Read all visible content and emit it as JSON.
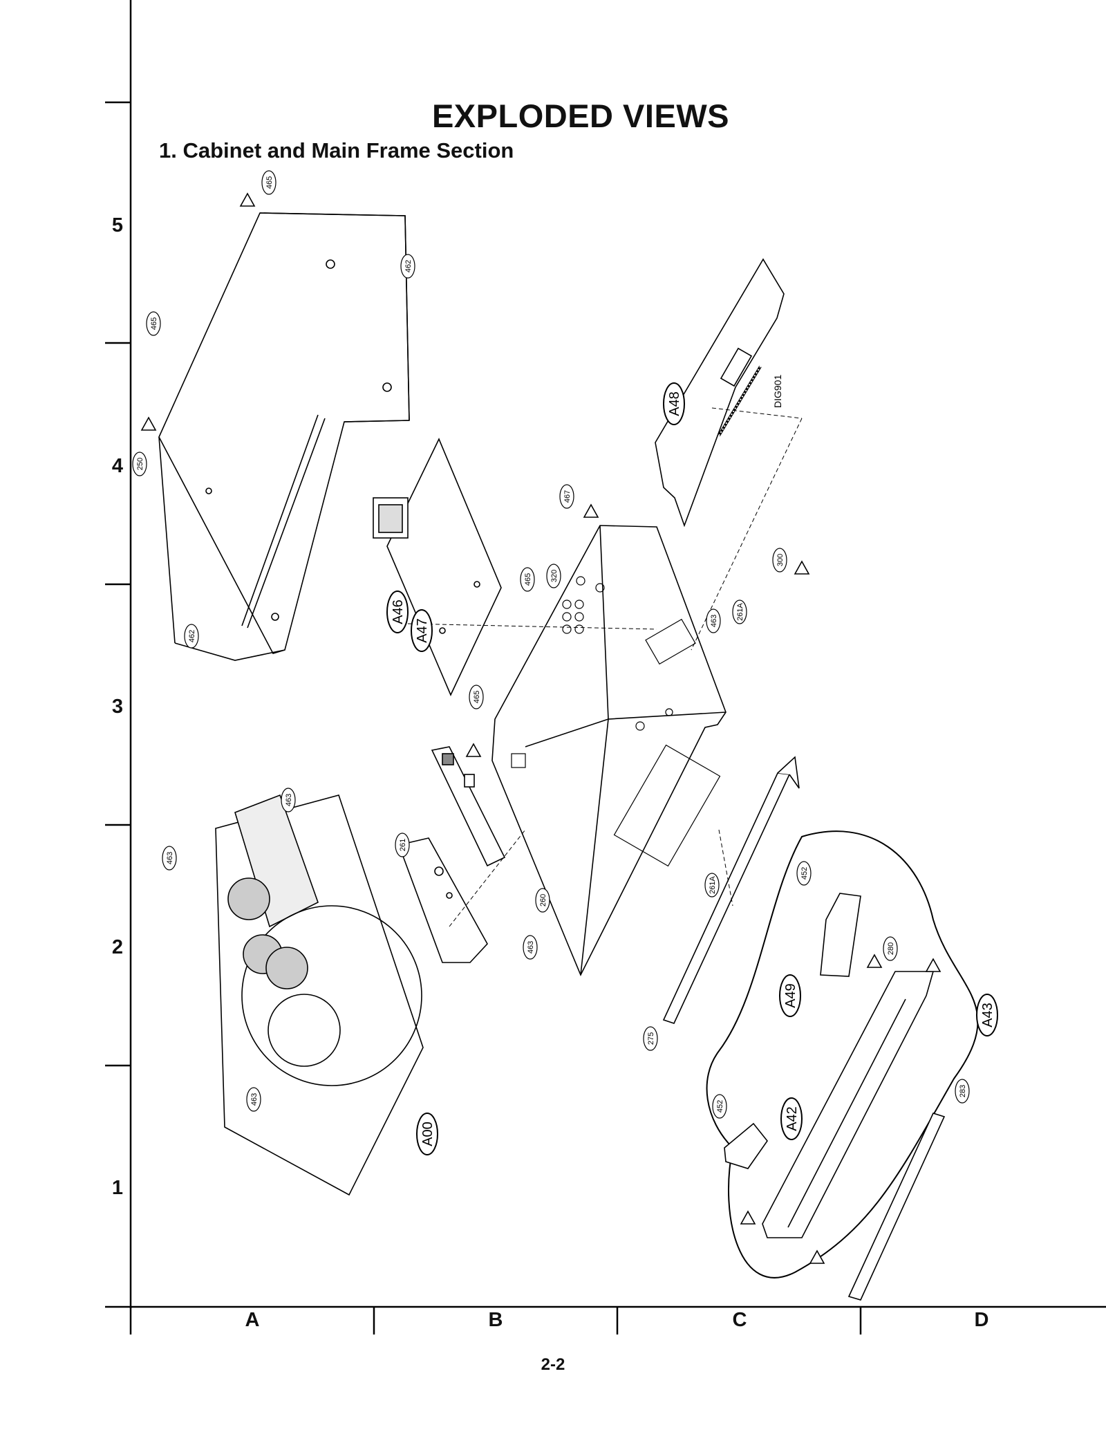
{
  "page": {
    "title": "EXPLODED VIEWS",
    "subtitle": "1. Cabinet and Main Frame Section",
    "page_number": "2-2"
  },
  "grid": {
    "rows": [
      "5",
      "4",
      "3",
      "2",
      "1"
    ],
    "columns": [
      "A",
      "B",
      "C",
      "D"
    ]
  },
  "parts": [
    {
      "label": "A48",
      "style": "oval"
    },
    {
      "label": "A46",
      "style": "oval"
    },
    {
      "label": "A47",
      "style": "oval"
    },
    {
      "label": "A49",
      "style": "oval"
    },
    {
      "label": "A43",
      "style": "oval"
    },
    {
      "label": "A42",
      "style": "oval"
    },
    {
      "label": "A00",
      "style": "oval"
    },
    {
      "label": "465",
      "style": "small"
    },
    {
      "label": "462",
      "style": "small"
    },
    {
      "label": "465",
      "style": "small"
    },
    {
      "label": "250",
      "style": "small"
    },
    {
      "label": "462",
      "style": "small"
    },
    {
      "label": "467",
      "style": "small"
    },
    {
      "label": "300",
      "style": "small"
    },
    {
      "label": "465",
      "style": "small"
    },
    {
      "label": "320",
      "style": "small"
    },
    {
      "label": "463",
      "style": "small"
    },
    {
      "label": "261A",
      "style": "small"
    },
    {
      "label": "465",
      "style": "small"
    },
    {
      "label": "261",
      "style": "small"
    },
    {
      "label": "260",
      "style": "small"
    },
    {
      "label": "463",
      "style": "small"
    },
    {
      "label": "261A",
      "style": "small"
    },
    {
      "label": "275",
      "style": "small"
    },
    {
      "label": "452",
      "style": "small"
    },
    {
      "label": "280",
      "style": "small"
    },
    {
      "label": "283",
      "style": "small"
    },
    {
      "label": "452",
      "style": "small"
    },
    {
      "label": "463",
      "style": "small"
    },
    {
      "label": "463",
      "style": "small"
    },
    {
      "label": "463",
      "style": "small"
    }
  ],
  "connector_label": "DIG901"
}
